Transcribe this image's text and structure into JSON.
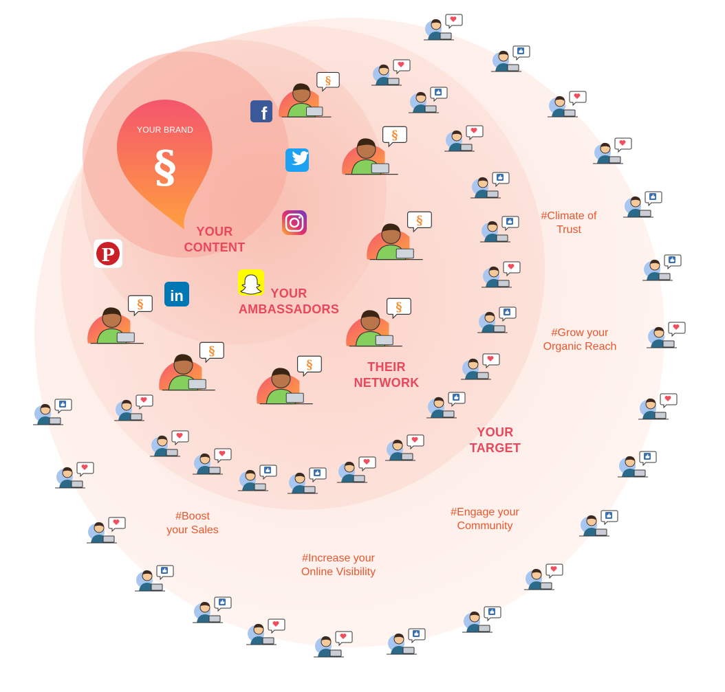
{
  "brand": {
    "label": "YOUR BRAND",
    "logo_icon": "sociabble-s-icon",
    "colors": [
      "#f65c6d",
      "#ff9a3d"
    ]
  },
  "rings": {
    "content": "YOUR\nCONTENT",
    "ambassadors": "YOUR\nAMBASSADORS",
    "network": "THEIR\nNETWORK",
    "target": "YOUR\nTARGET"
  },
  "hashtags": {
    "trust": "#Climate of\nTrust",
    "reach": "#Grow your\nOrganic Reach",
    "community": "#Engage your\nCommunity",
    "visibility": "#Increase your\nOnline Visibility",
    "sales": "#Boost\nyour Sales"
  },
  "social_icons": [
    "facebook-icon",
    "twitter-icon",
    "instagram-icon",
    "pinterest-icon",
    "linkedin-icon",
    "snapchat-icon"
  ],
  "colors": {
    "ring_label": "#e8475c",
    "hashtag": "#e9562e",
    "ring_fill": "#fde7df",
    "ring_core": "#f9b4a8"
  }
}
